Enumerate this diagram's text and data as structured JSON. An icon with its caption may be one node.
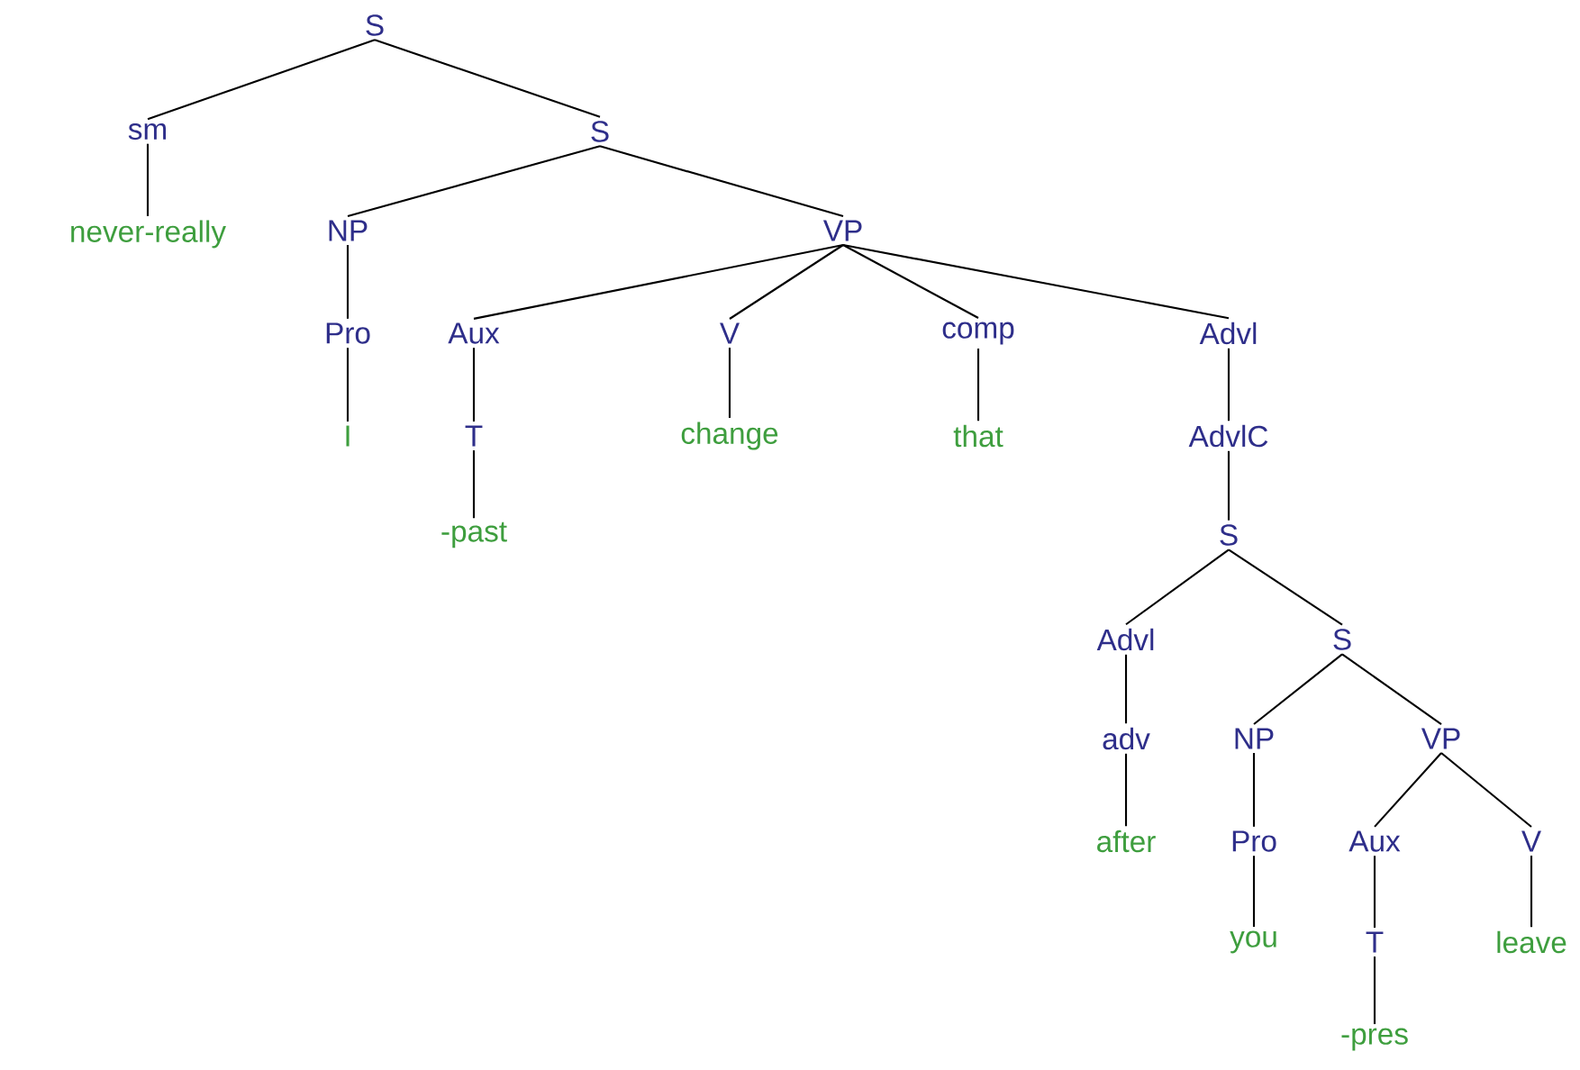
{
  "diagram": {
    "nodes": [
      {
        "text": [
          "S"
        ]
      },
      {
        "text": [
          "sm"
        ]
      },
      {
        "text": [
          "S"
        ]
      },
      {
        "text": [
          "never-really"
        ]
      },
      {
        "text": [
          "NP"
        ]
      },
      {
        "text": [
          "VP"
        ]
      },
      {
        "text": [
          "Pro"
        ]
      },
      {
        "text": [
          "I"
        ]
      },
      {
        "text": [
          "Aux"
        ]
      },
      {
        "text": [
          "T"
        ]
      },
      {
        "text": [
          "-past"
        ]
      },
      {
        "text": [
          "V"
        ]
      },
      {
        "text": [
          "change"
        ]
      },
      {
        "text": [
          "comp"
        ]
      },
      {
        "text": [
          "that"
        ]
      },
      {
        "text": [
          "Advl"
        ]
      },
      {
        "text": [
          "AdvlC"
        ]
      },
      {
        "text": [
          "S"
        ]
      },
      {
        "text": [
          "Advl"
        ]
      },
      {
        "text": [
          "S"
        ]
      },
      {
        "text": [
          "adv"
        ]
      },
      {
        "text": [
          "NP"
        ]
      },
      {
        "text": [
          "VP"
        ]
      },
      {
        "text": [
          "after"
        ]
      },
      {
        "text": [
          "Pro"
        ]
      },
      {
        "text": [
          "you"
        ]
      },
      {
        "text": [
          "Aux"
        ]
      },
      {
        "text": [
          "V"
        ]
      },
      {
        "text": [
          "T"
        ]
      },
      {
        "text": [
          "leave"
        ]
      },
      {
        "text": [
          "-pres"
        ]
      }
    ],
    "edges": [
      {
        "from": 0,
        "to": 1,
        "arrow": "none"
      },
      {
        "from": 0,
        "to": 2,
        "arrow": "none"
      },
      {
        "from": 1,
        "to": 3,
        "arrow": "none"
      },
      {
        "from": 2,
        "to": 4,
        "arrow": "none"
      },
      {
        "from": 2,
        "to": 5,
        "arrow": "none"
      },
      {
        "from": 4,
        "to": 6,
        "arrow": "none"
      },
      {
        "from": 6,
        "to": 7,
        "arrow": "none"
      },
      {
        "from": 5,
        "to": 8,
        "arrow": "none"
      },
      {
        "from": 5,
        "to": 11,
        "arrow": "none"
      },
      {
        "from": 5,
        "to": 13,
        "arrow": "none"
      },
      {
        "from": 5,
        "to": 15,
        "arrow": "none"
      },
      {
        "from": 8,
        "to": 9,
        "arrow": "none"
      },
      {
        "from": 9,
        "to": 10,
        "arrow": "none"
      },
      {
        "from": 11,
        "to": 12,
        "arrow": "none"
      },
      {
        "from": 13,
        "to": 14,
        "arrow": "none"
      },
      {
        "from": 15,
        "to": 16,
        "arrow": "none"
      },
      {
        "from": 16,
        "to": 17,
        "arrow": "none"
      },
      {
        "from": 17,
        "to": 18,
        "arrow": "none"
      },
      {
        "from": 17,
        "to": 19,
        "arrow": "none"
      },
      {
        "from": 18,
        "to": 20,
        "arrow": "none"
      },
      {
        "from": 20,
        "to": 23,
        "arrow": "none"
      },
      {
        "from": 19,
        "to": 21,
        "arrow": "none"
      },
      {
        "from": 19,
        "to": 22,
        "arrow": "none"
      },
      {
        "from": 21,
        "to": 24,
        "arrow": "none"
      },
      {
        "from": 24,
        "to": 25,
        "arrow": "none"
      },
      {
        "from": 22,
        "to": 26,
        "arrow": "none"
      },
      {
        "from": 22,
        "to": 27,
        "arrow": "none"
      },
      {
        "from": 26,
        "to": 28,
        "arrow": "none"
      },
      {
        "from": 28,
        "to": 30,
        "arrow": "none"
      },
      {
        "from": 27,
        "to": 29,
        "arrow": "none"
      }
    ]
  }
}
